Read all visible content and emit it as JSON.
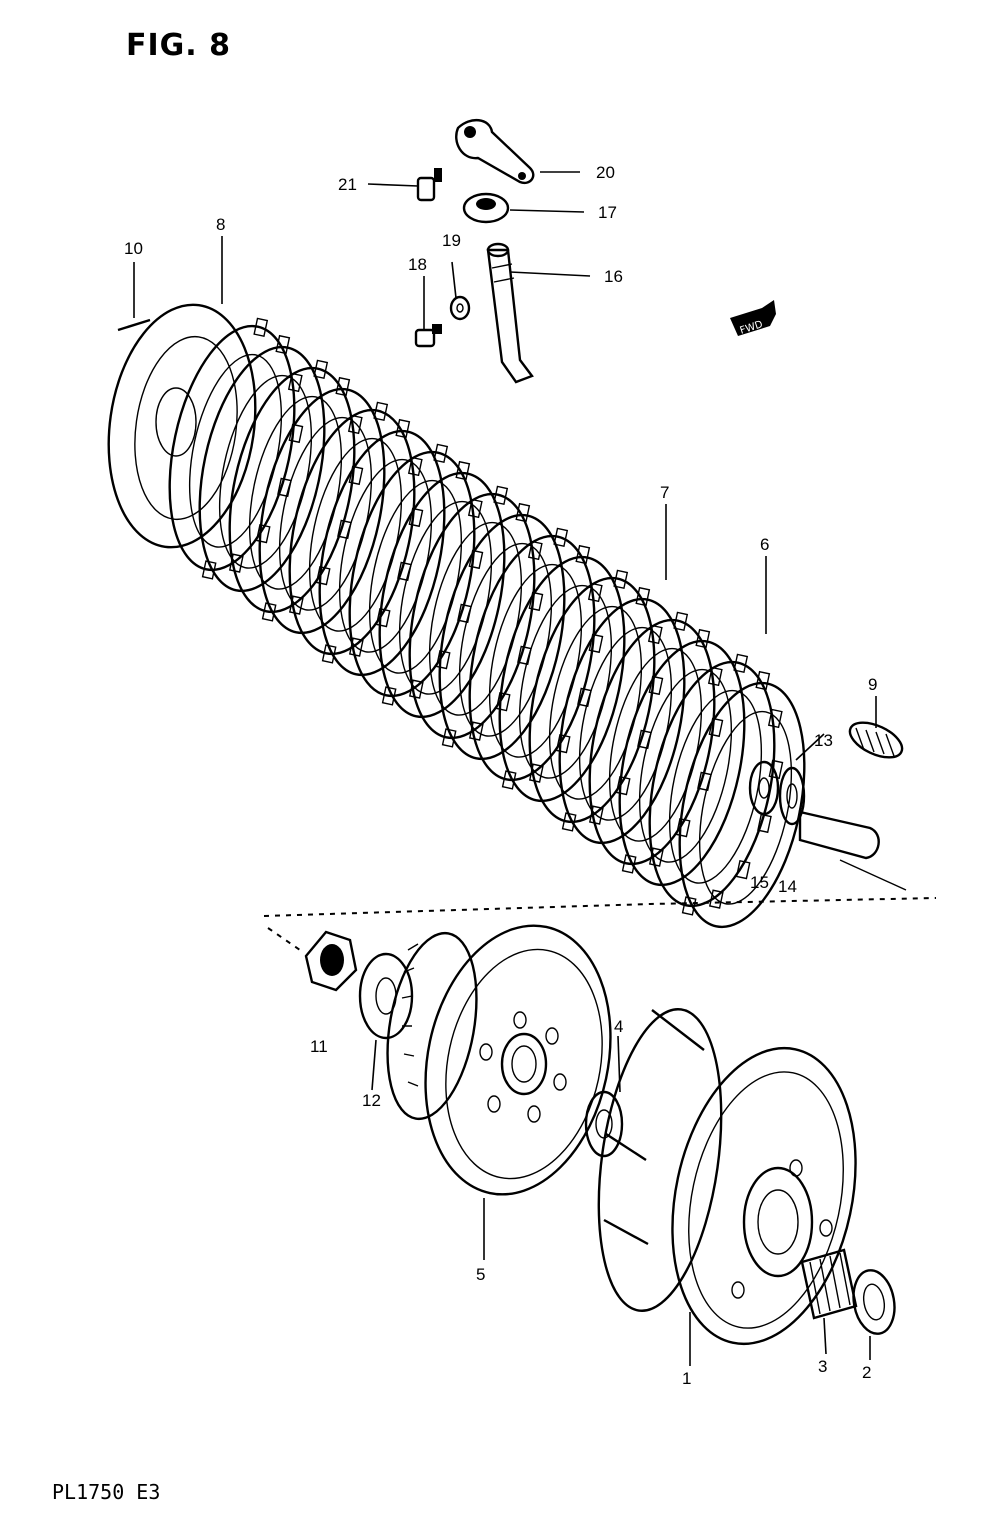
{
  "figure": {
    "title": "FIG. 8",
    "footer": "PL1750  E3",
    "fwd_label": "FWD"
  },
  "callouts": [
    {
      "id": "c1",
      "label": "1"
    },
    {
      "id": "c2",
      "label": "2"
    },
    {
      "id": "c3",
      "label": "3"
    },
    {
      "id": "c4",
      "label": "4"
    },
    {
      "id": "c5",
      "label": "5"
    },
    {
      "id": "c6",
      "label": "6"
    },
    {
      "id": "c7",
      "label": "7"
    },
    {
      "id": "c8",
      "label": "8"
    },
    {
      "id": "c9",
      "label": "9"
    },
    {
      "id": "c10",
      "label": "10"
    },
    {
      "id": "c11",
      "label": "11"
    },
    {
      "id": "c12",
      "label": "12"
    },
    {
      "id": "c13",
      "label": "13"
    },
    {
      "id": "c14",
      "label": "14"
    },
    {
      "id": "c15",
      "label": "15"
    },
    {
      "id": "c16",
      "label": "16"
    },
    {
      "id": "c17",
      "label": "17"
    },
    {
      "id": "c18",
      "label": "18"
    },
    {
      "id": "c19",
      "label": "19"
    },
    {
      "id": "c20",
      "label": "20"
    },
    {
      "id": "c21",
      "label": "21"
    }
  ]
}
